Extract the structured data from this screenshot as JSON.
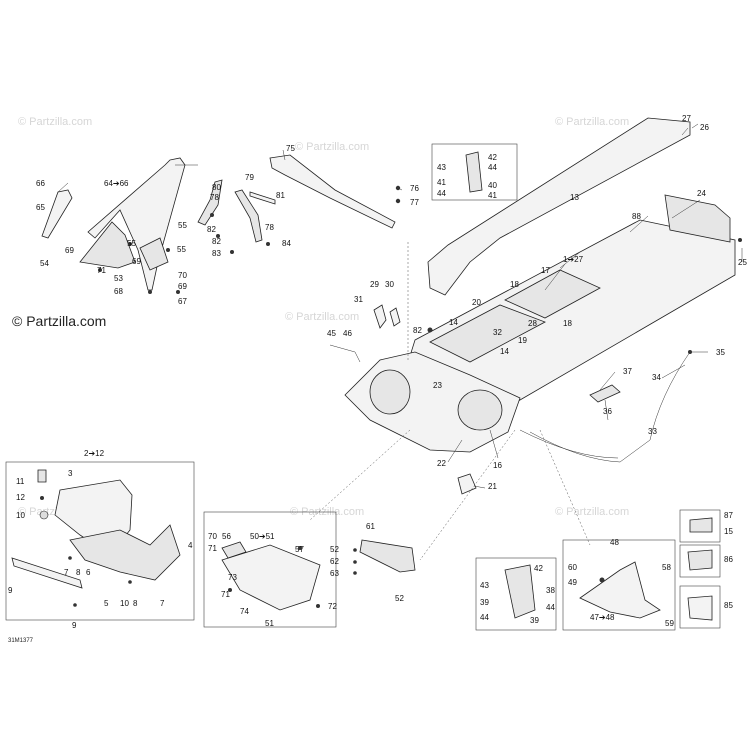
{
  "diagram": {
    "code": "31M1377",
    "brand": "© Partzilla.com",
    "watermark": "© Partzilla.com",
    "labels": {
      "n1_27": "1➔27",
      "n2_12": "2➔12",
      "n3": "3",
      "n4": "4",
      "n5": "5",
      "n6": "6",
      "n7a": "7",
      "n7b": "7",
      "n8a": "8",
      "n8b": "8",
      "n9a": "9",
      "n9b": "9",
      "n10a": "10",
      "n10b": "10",
      "n11": "11",
      "n12": "12",
      "n13": "13",
      "n14a": "14",
      "n14b": "14",
      "n15": "15",
      "n16": "16",
      "n17": "17",
      "n18a": "18",
      "n18b": "18",
      "n19": "19",
      "n20": "20",
      "n21": "21",
      "n22": "22",
      "n23": "23",
      "n24": "24",
      "n25": "25",
      "n26": "26",
      "n27": "27",
      "n28": "28",
      "n29": "29",
      "n30": "30",
      "n31": "31",
      "n32": "32",
      "n33": "33",
      "n34": "34",
      "n35": "35",
      "n36": "36",
      "n37": "37",
      "n38": "38",
      "n39a": "39",
      "n39b": "39",
      "n40": "40",
      "n41a": "41",
      "n41b": "41",
      "n42a": "42",
      "n42b": "42",
      "n43a": "43",
      "n43b": "43",
      "n44a": "44",
      "n44b": "44",
      "n44c": "44",
      "n44d": "44",
      "n45": "45",
      "n46": "46",
      "n47_48": "47➔48",
      "n48": "48",
      "n49": "49",
      "n50_51": "50➔51",
      "n51": "51",
      "n52a": "52",
      "n52b": "52",
      "n53": "53",
      "n54": "54",
      "n55a": "55",
      "n55b": "55",
      "n56": "56",
      "n57": "57",
      "n58": "58",
      "n59": "59",
      "n60": "60",
      "n61": "61",
      "n62": "62",
      "n63": "63",
      "n64_66": "64➔66",
      "n65": "65",
      "n66": "66",
      "n67": "67",
      "n68": "68",
      "n69a": "69",
      "n69b": "69",
      "n70a": "70",
      "n70b": "70",
      "n71a": "71",
      "n71b": "71",
      "n72": "72",
      "n73": "73",
      "n74": "74",
      "n75": "75",
      "n76": "76",
      "n77": "77",
      "n78a": "78",
      "n78b": "78",
      "n79": "79",
      "n80": "80",
      "n81": "81",
      "n82a": "82",
      "n82b": "82",
      "n82c": "82",
      "n83": "83",
      "n84": "84",
      "n85": "85",
      "n86": "86",
      "n87": "87",
      "n88": "88"
    }
  }
}
